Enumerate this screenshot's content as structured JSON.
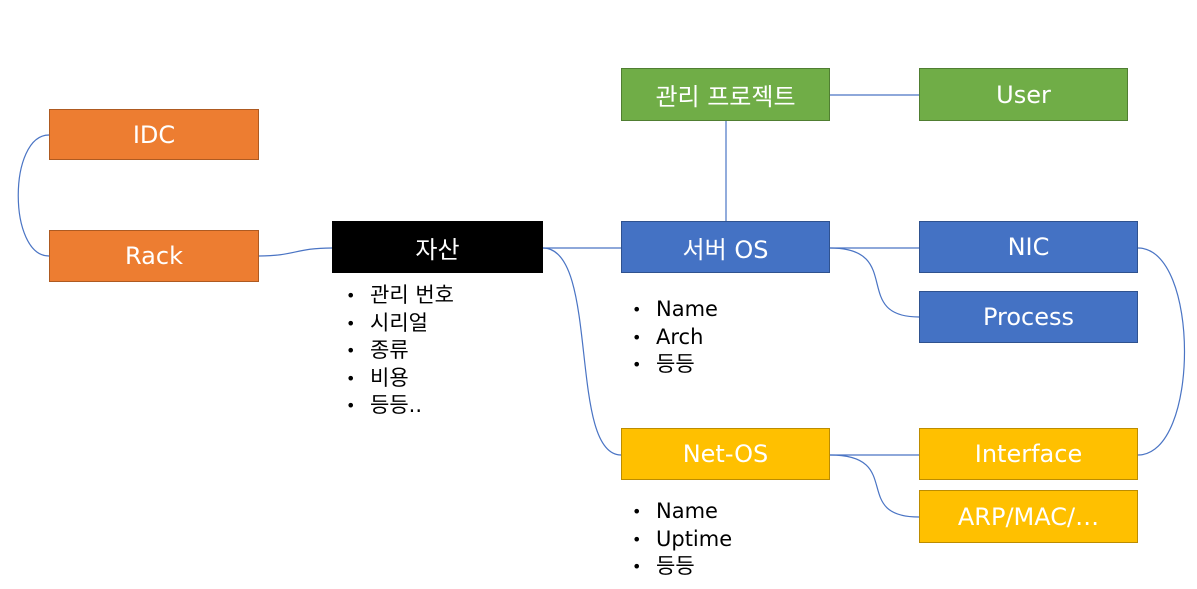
{
  "nodes": {
    "idc": "IDC",
    "rack": "Rack",
    "asset": "자산",
    "mgmt_project": "관리 프로젝트",
    "user": "User",
    "server_os": "서버 OS",
    "nic": "NIC",
    "process": "Process",
    "net_os": "Net-OS",
    "interface": "Interface",
    "arp_mac": "ARP/MAC/…"
  },
  "asset_attributes": [
    "관리 번호",
    "시리얼",
    "종류",
    "비용",
    "등등.."
  ],
  "server_os_attributes": [
    "Name",
    "Arch",
    "등등"
  ],
  "net_os_attributes": [
    "Name",
    "Uptime",
    "등등"
  ],
  "colors": {
    "orange": "#ed7d31",
    "green": "#70ad47",
    "blue": "#4472c4",
    "yellow": "#ffc000",
    "black": "#000000",
    "connector": "#4a74c4"
  }
}
